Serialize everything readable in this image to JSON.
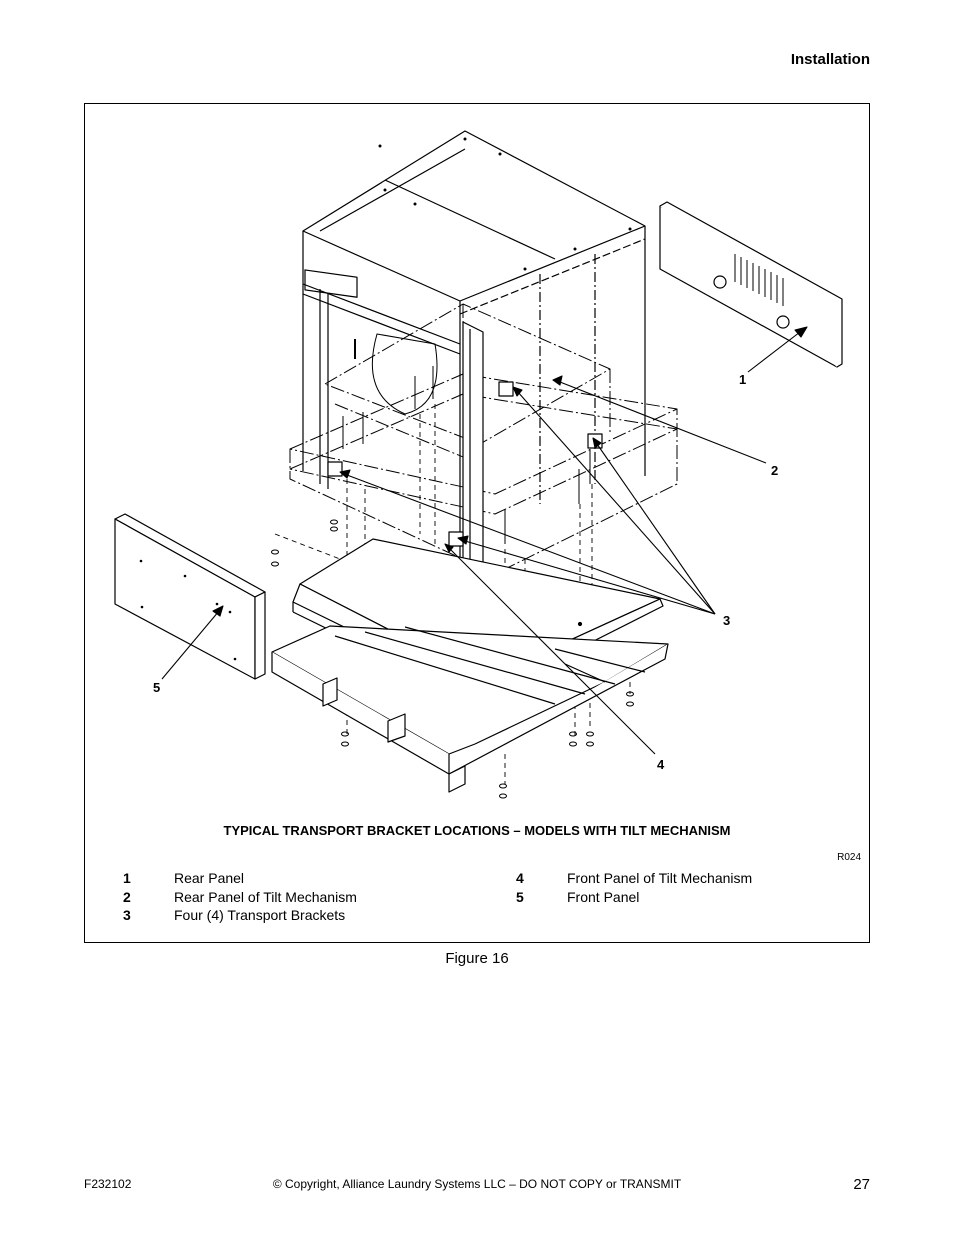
{
  "header": {
    "section": "Installation"
  },
  "figure": {
    "title": "TYPICAL TRANSPORT BRACKET LOCATIONS – MODELS WITH TILT MECHANISM",
    "drawing_code": "R024",
    "callouts": [
      "1",
      "2",
      "3",
      "4",
      "5"
    ],
    "legend_left": [
      {
        "num": "1",
        "text": "Rear Panel"
      },
      {
        "num": "2",
        "text": "Rear Panel of Tilt Mechanism"
      },
      {
        "num": "3",
        "text": "Four (4) Transport Brackets"
      }
    ],
    "legend_right": [
      {
        "num": "4",
        "text": "Front Panel of Tilt Mechanism"
      },
      {
        "num": "5",
        "text": "Front Panel"
      }
    ]
  },
  "caption": "Figure 16",
  "footer": {
    "doc_id": "F232102",
    "copyright": "© Copyright, Alliance Laundry Systems LLC – DO NOT COPY or TRANSMIT",
    "page": "27"
  }
}
